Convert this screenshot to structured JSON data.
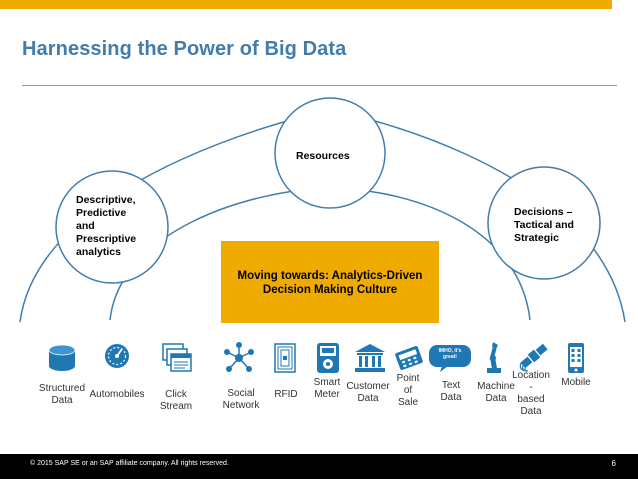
{
  "slide": {
    "title": "Harnessing the Power of Big Data",
    "page_number": "6",
    "footer": "© 2015 SAP SE or an SAP affiliate company. All rights reserved."
  },
  "circles": {
    "resources": "Resources",
    "left": [
      "Descriptive,",
      "Predictive",
      "and",
      "Prescriptive",
      "analytics"
    ],
    "right": [
      "Decisions –",
      "Tactical and",
      "Strategic"
    ]
  },
  "center_box": {
    "line1": "Moving towards: Analytics-Driven",
    "line2": "Decision Making Culture"
  },
  "text_bubble": [
    "IMHO, it's",
    "great!"
  ],
  "sources": [
    {
      "label": [
        "Structured",
        "Data"
      ],
      "icon": "database-icon"
    },
    {
      "label": [
        "Automobiles"
      ],
      "icon": "gauge-icon"
    },
    {
      "label": [
        "Click",
        "Stream"
      ],
      "icon": "browser-windows-icon"
    },
    {
      "label": [
        "Social",
        "Network"
      ],
      "icon": "network-nodes-icon"
    },
    {
      "label": [
        "RFID"
      ],
      "icon": "rfid-tag-icon"
    },
    {
      "label": [
        "Smart",
        "Meter"
      ],
      "icon": "meter-icon"
    },
    {
      "label": [
        "Customer",
        "Data"
      ],
      "icon": "bank-building-icon"
    },
    {
      "label": [
        "Point",
        "of",
        "Sale"
      ],
      "icon": "card-reader-icon"
    },
    {
      "label": [
        "Text",
        "Data"
      ],
      "icon": "speech-bubble-icon"
    },
    {
      "label": [
        "Machine",
        "Data"
      ],
      "icon": "robot-arm-icon"
    },
    {
      "label": [
        "Location",
        "-",
        "based",
        "Data"
      ],
      "icon": "satellite-icon"
    },
    {
      "label": [
        "Mobile"
      ],
      "icon": "smartphone-icon"
    }
  ],
  "colors": {
    "accent": "#f0ab00",
    "title": "#427cac",
    "lines": "#427cac",
    "icons": "#1f77b4"
  }
}
